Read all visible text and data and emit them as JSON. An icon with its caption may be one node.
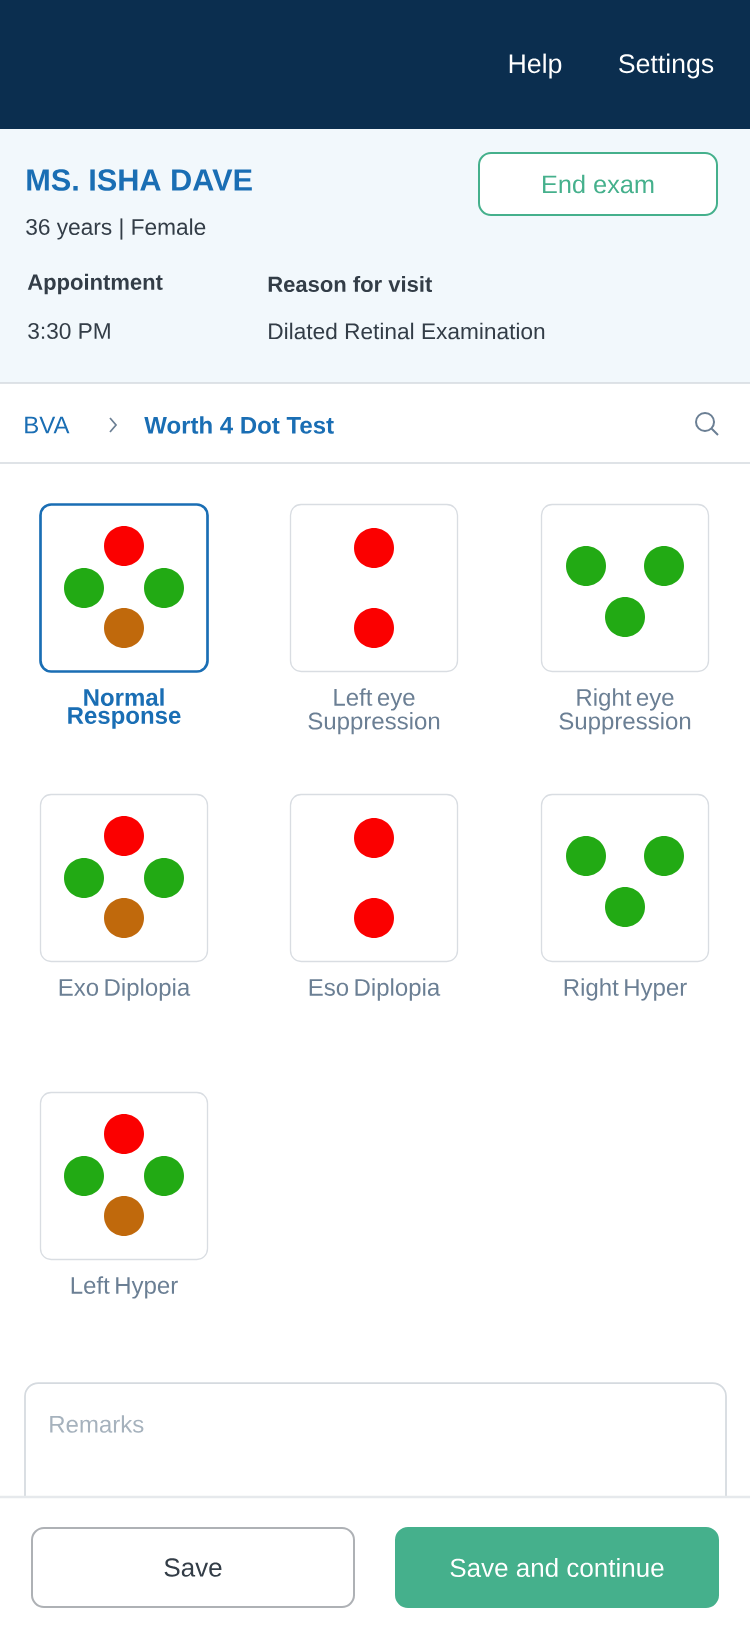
{
  "diagram": {
    "nodes": [
      {
        "text": [
          "End exam"
        ]
      },
      {
        "text": [
          "Normal Response"
        ]
      },
      {
        "text": [
          "Left eye Suppression"
        ]
      },
      {
        "text": [
          "Right eye Suppression"
        ]
      },
      {
        "text": [
          "Exo Diplopia"
        ]
      },
      {
        "text": [
          "Eso Diplopia"
        ]
      },
      {
        "text": [
          "Right Hyper"
        ]
      },
      {
        "text": [
          "Left Hyper"
        ]
      },
      {
        "text": [
          "Remarks"
        ]
      },
      {
        "text": [
          "Save"
        ]
      },
      {
        "text": [
          "Save and continue"
        ]
      }
    ],
    "labels": [
      "Help",
      "Settings",
      "MS. ISHA DAVE",
      "36 years | Female",
      "Appointment",
      "Reason for visit",
      "3:30 PM",
      "Dilated Retinal Examination",
      "BVA",
      "Worth 4 Dot Test"
    ]
  }
}
